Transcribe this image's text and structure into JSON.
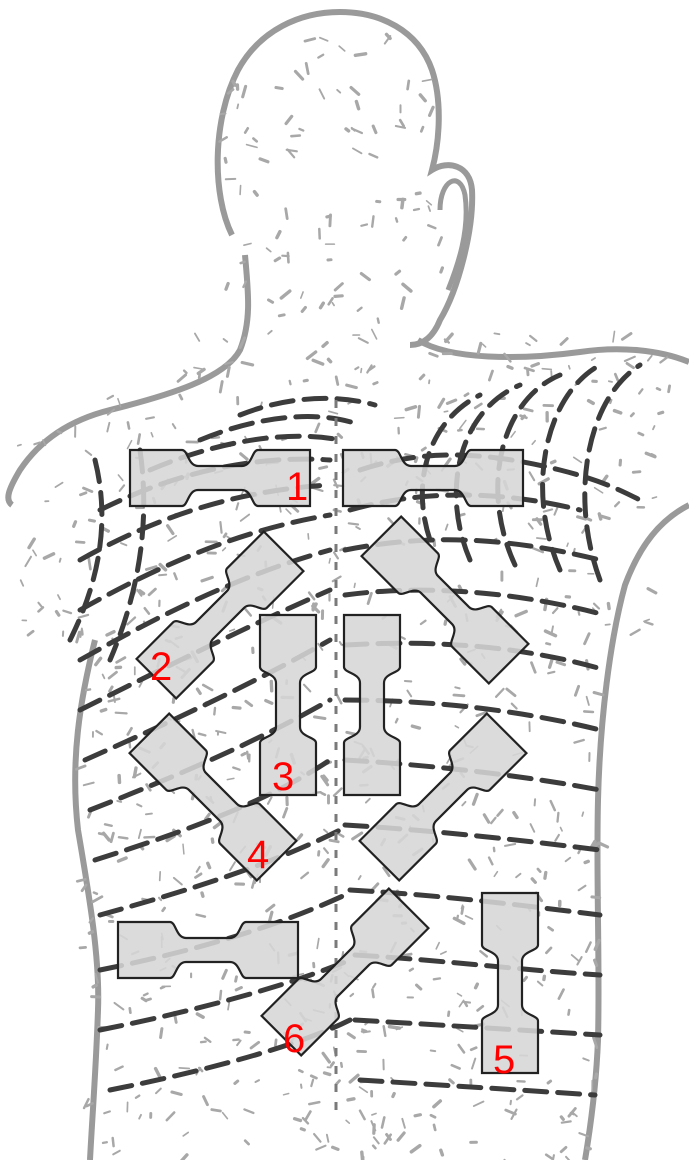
{
  "colors": {
    "background": "#ffffff",
    "body_outline": "#9a9a9a",
    "skin_texture": "#a8a8a8",
    "langer_lines": "#3c3c3c",
    "specimen_fill": "#d6d6d6",
    "specimen_stroke": "#222222",
    "label_color": "#ff0000"
  },
  "labels": {
    "n1": "1",
    "n2": "2",
    "n3": "3",
    "n4": "4",
    "n5": "5",
    "n6": "6"
  }
}
